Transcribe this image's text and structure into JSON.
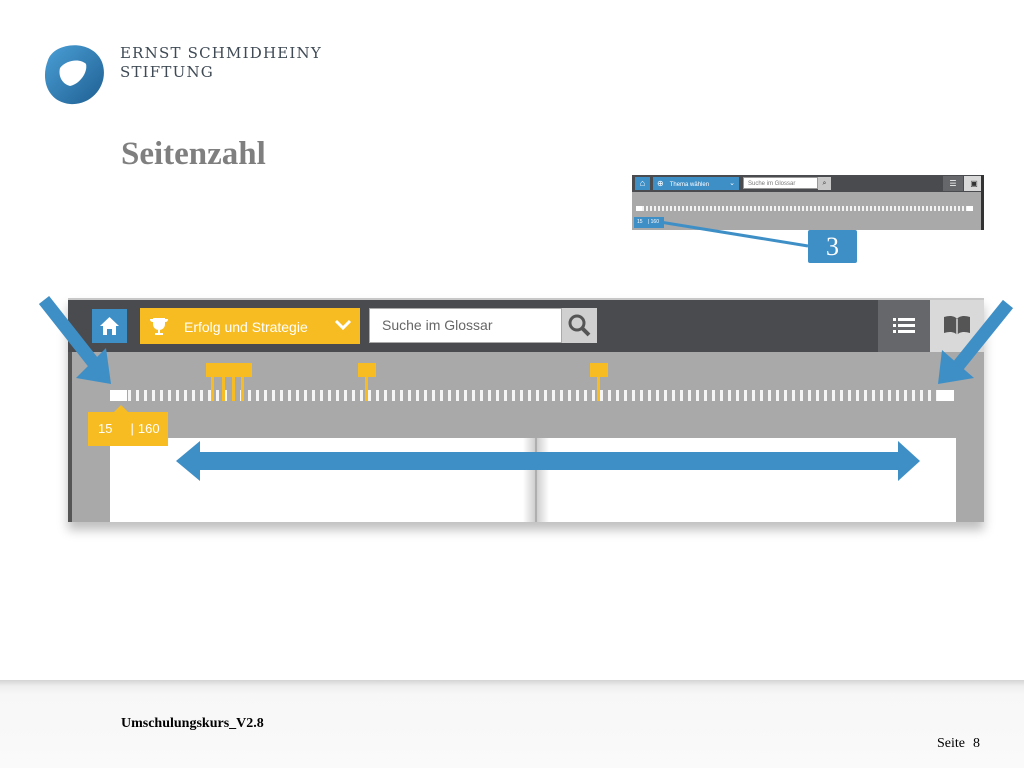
{
  "header": {
    "brand_line1": "ERNST SCHMIDHEINY",
    "brand_line2": "STIFTUNG",
    "title": "Seitenzahl"
  },
  "thumbnail": {
    "topic_label": "Thema wählen",
    "search_placeholder": "Suche im Glossar",
    "page_current": "15",
    "page_total": "| 160"
  },
  "callout": {
    "number": "3"
  },
  "reader": {
    "topic_label": "Erfolg und Strategie",
    "search_placeholder": "Suche im Glossar",
    "page_current": "15",
    "page_total": "160",
    "page_separator": "|",
    "icons": {
      "home": "home-icon",
      "topic": "trophy-icon",
      "dropdown": "chevron-down-icon",
      "search": "search-icon",
      "list": "list-icon",
      "book": "book-icon"
    },
    "colors": {
      "accent_blue": "#3f8fc7",
      "accent_yellow": "#f7bc22",
      "toolbar": "#4a4b4e",
      "track": "#a9a9a9"
    }
  },
  "footer": {
    "course": "Umschulungskurs_V2.8",
    "page_label": "Seite",
    "page_number": "8"
  }
}
